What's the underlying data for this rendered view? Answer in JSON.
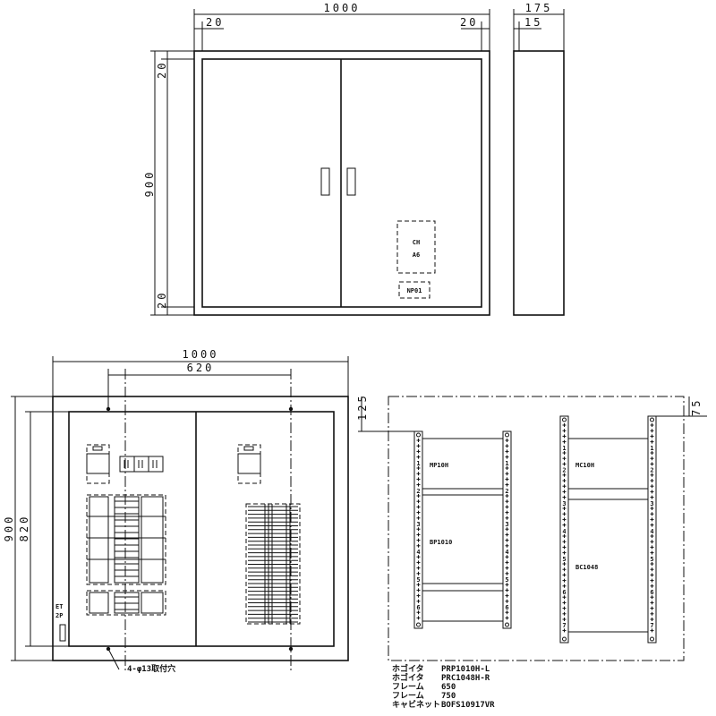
{
  "front_view": {
    "width_total": "1000",
    "width_left_margin": "20",
    "width_right_margin": "20",
    "height_total": "900",
    "height_top_margin": "20",
    "height_bottom_margin": "20",
    "ch_label_1": "CH",
    "ch_label_2": "A6",
    "nameplate_label": "NP01"
  },
  "side_view": {
    "depth_total": "175",
    "depth_door": "15"
  },
  "interior_view": {
    "width_total": "1000",
    "mounting_width": "620",
    "height_total": "900",
    "mounting_height": "820",
    "et_label_1": "ET",
    "et_label_2": "2P",
    "mounting_hole_note": "4-φ13取付穴"
  },
  "frame_view": {
    "top_offset_left": "125",
    "top_offset_right": "75",
    "left_panel_top": "MP10H",
    "left_panel_main": "BP1010",
    "right_panel_top": "MC10H",
    "right_panel_main": "BC1048",
    "left_rail_numbers": [
      "1",
      "2",
      "3",
      "4",
      "5",
      "6"
    ],
    "right_rail_numbers": [
      "1",
      "2",
      "3",
      "4",
      "5",
      "6",
      "7"
    ]
  },
  "parts_list": [
    {
      "name": "ホゴイタ",
      "value": "PRP1010H-L"
    },
    {
      "name": "ホゴイタ",
      "value": "PRC1048H-R"
    },
    {
      "name": "フレーム",
      "value": "650"
    },
    {
      "name": "フレーム",
      "value": "750"
    },
    {
      "name": "キャビネット",
      "value": "BOFS10917VR"
    }
  ]
}
